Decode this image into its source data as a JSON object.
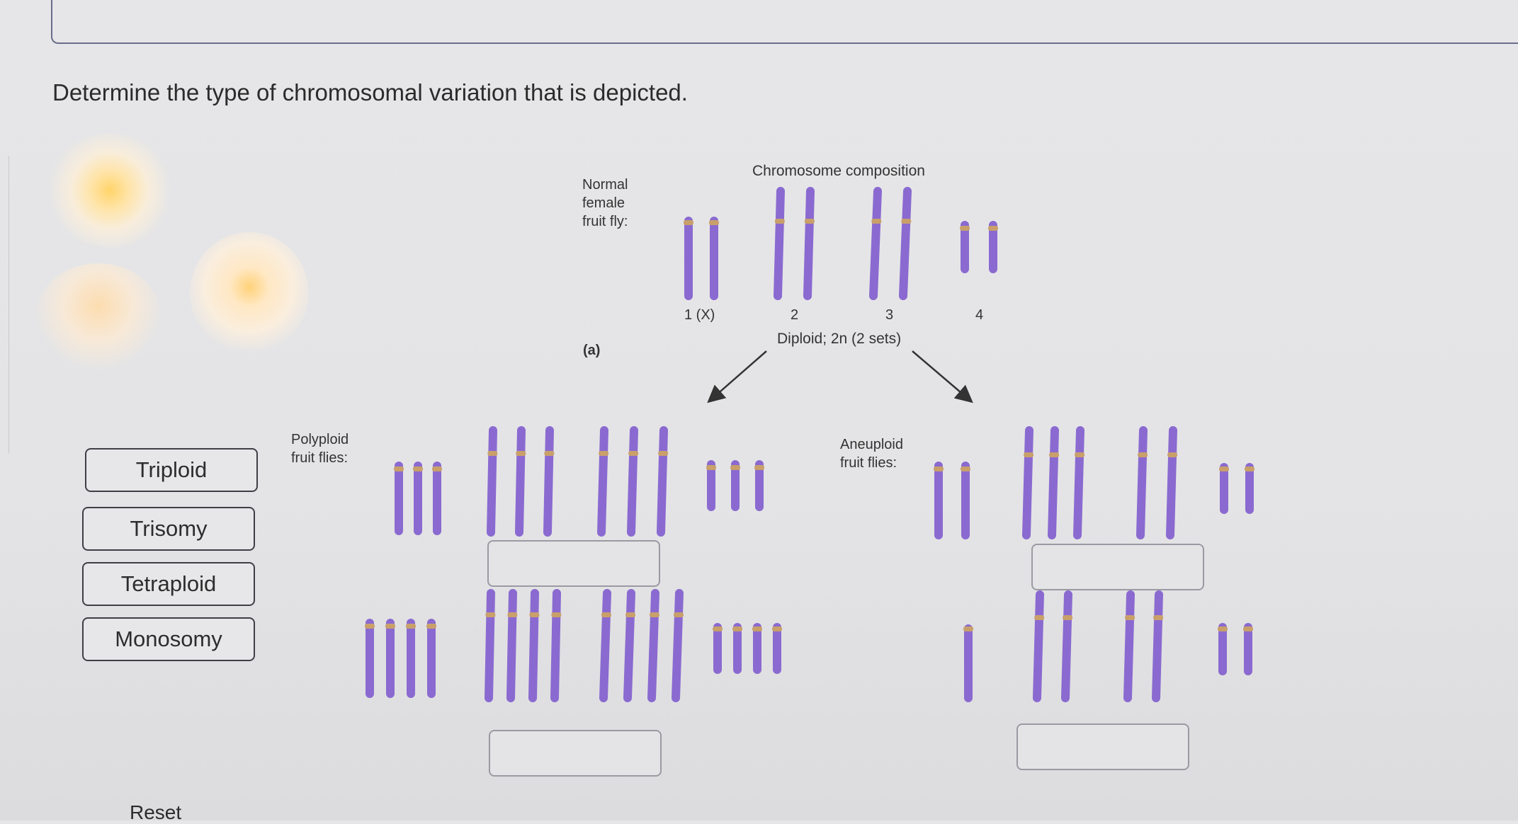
{
  "prompt": "Determine the type of chromosomal variation that is depicted.",
  "figure": {
    "header": "Chromosome composition",
    "normal_label": "Normal\nfemale\nfruit fly:",
    "panel_label": "(a)",
    "chromosome_numbers": [
      "1 (X)",
      "2",
      "3",
      "4"
    ],
    "diploid_caption": "Diploid; 2n (2 sets)",
    "polyploid_label": "Polyploid\nfruit flies:",
    "aneuploid_label": "Aneuploid\nfruit flies:"
  },
  "answer_choices": [
    "Triploid",
    "Trisomy",
    "Tetraploid",
    "Monosomy"
  ],
  "reset_label": "Reset",
  "colors": {
    "chromosome": "#8a6ad0",
    "centromere": "#c9a06a",
    "outline": "#3e3f46"
  }
}
